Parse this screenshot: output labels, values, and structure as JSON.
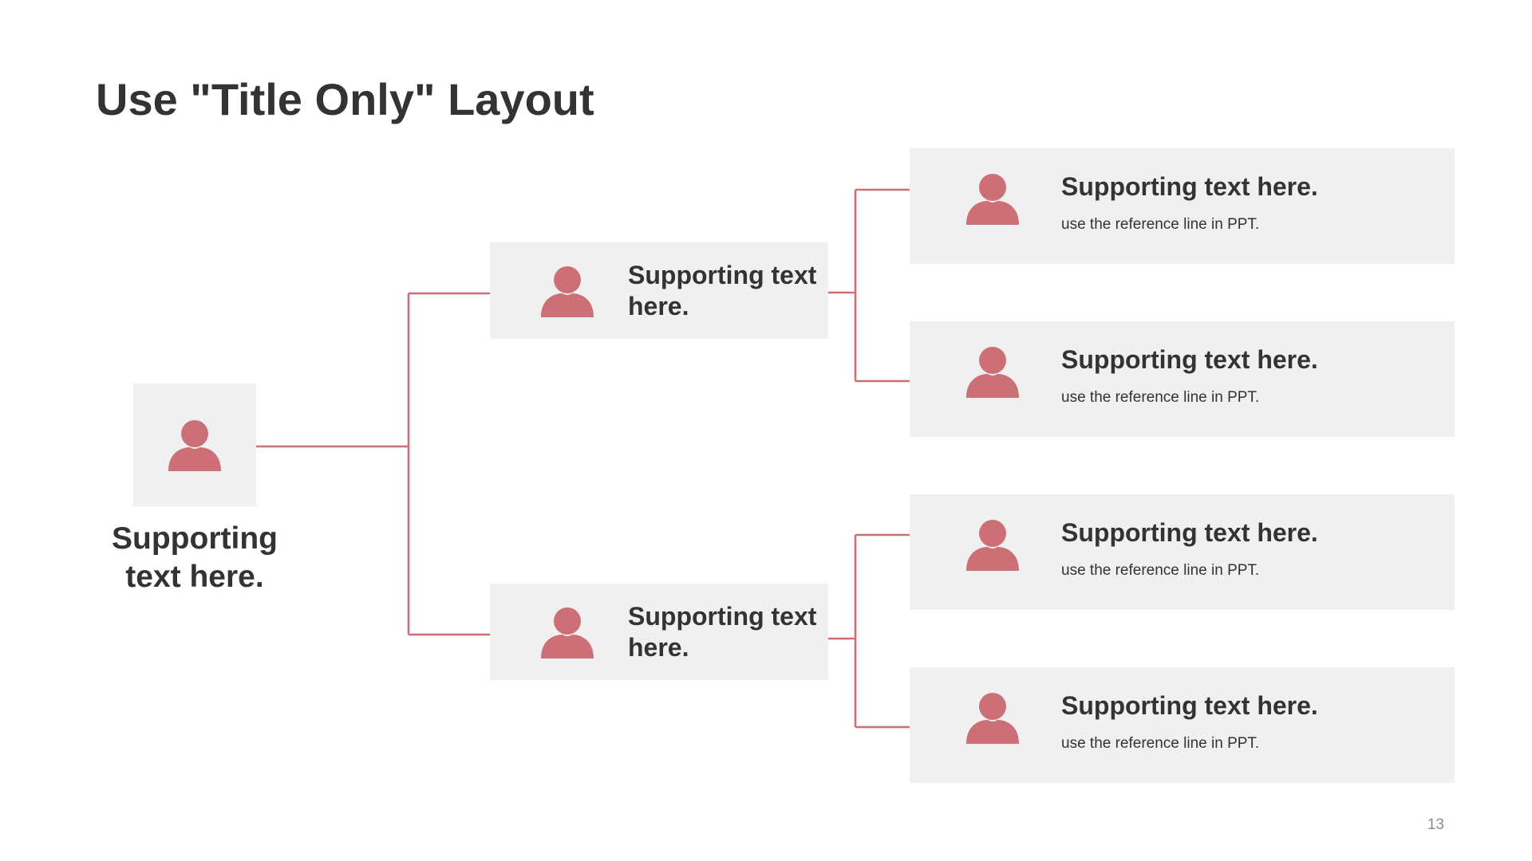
{
  "slide": {
    "title": "Use \"Title Only\" Layout",
    "page_number": "13"
  },
  "colors": {
    "accent": "#cd6f76",
    "box_fill": "#f0f0f0",
    "text": "#333333",
    "page_number": "#8a8a8a"
  },
  "root": {
    "icon": "person-icon",
    "label": "Supporting text here."
  },
  "branches": [
    {
      "icon": "person-icon",
      "label": "Supporting text here.",
      "children": [
        {
          "icon": "person-icon",
          "title": "Supporting text here.",
          "subtitle": "use  the reference line  in  PPT."
        },
        {
          "icon": "person-icon",
          "title": "Supporting text here.",
          "subtitle": "use  the reference line  in  PPT."
        }
      ]
    },
    {
      "icon": "person-icon",
      "label": "Supporting text here.",
      "children": [
        {
          "icon": "person-icon",
          "title": "Supporting text here.",
          "subtitle": "use  the reference line  in  PPT."
        },
        {
          "icon": "person-icon",
          "title": "Supporting text here.",
          "subtitle": "use  the reference line  in  PPT."
        }
      ]
    }
  ]
}
